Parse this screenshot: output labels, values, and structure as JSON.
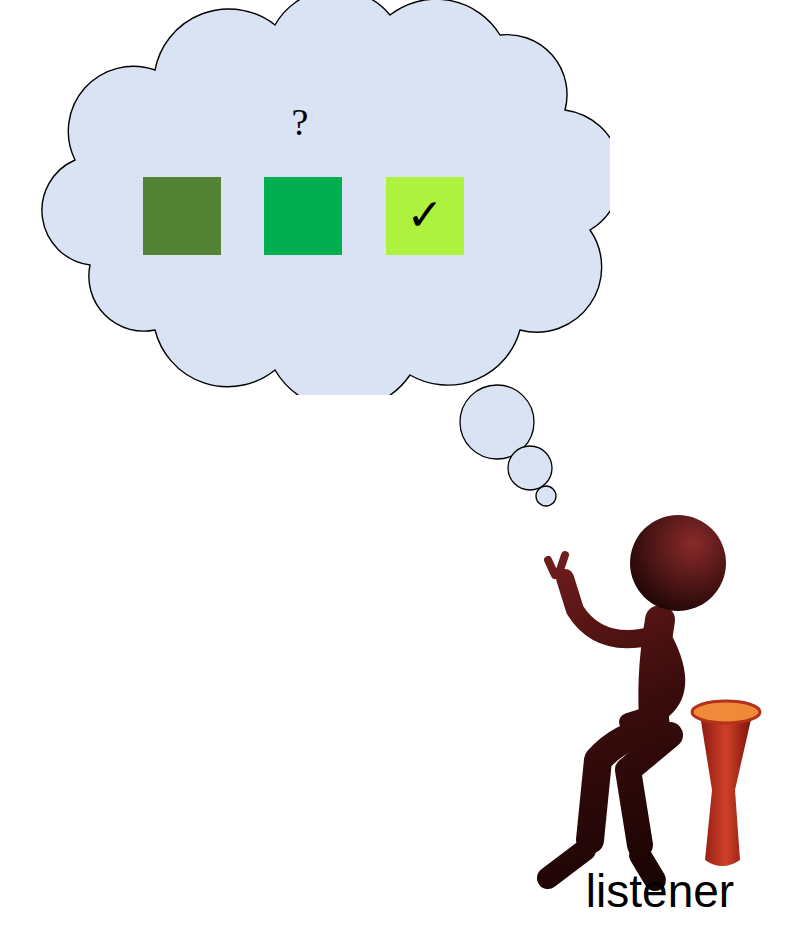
{
  "diagram": {
    "nodes": [
      {
        "text": [
          "?"
        ]
      },
      {
        "text": [
          "✓"
        ],
        "in": 0
      }
    ],
    "labels": [
      "listener"
    ]
  }
}
